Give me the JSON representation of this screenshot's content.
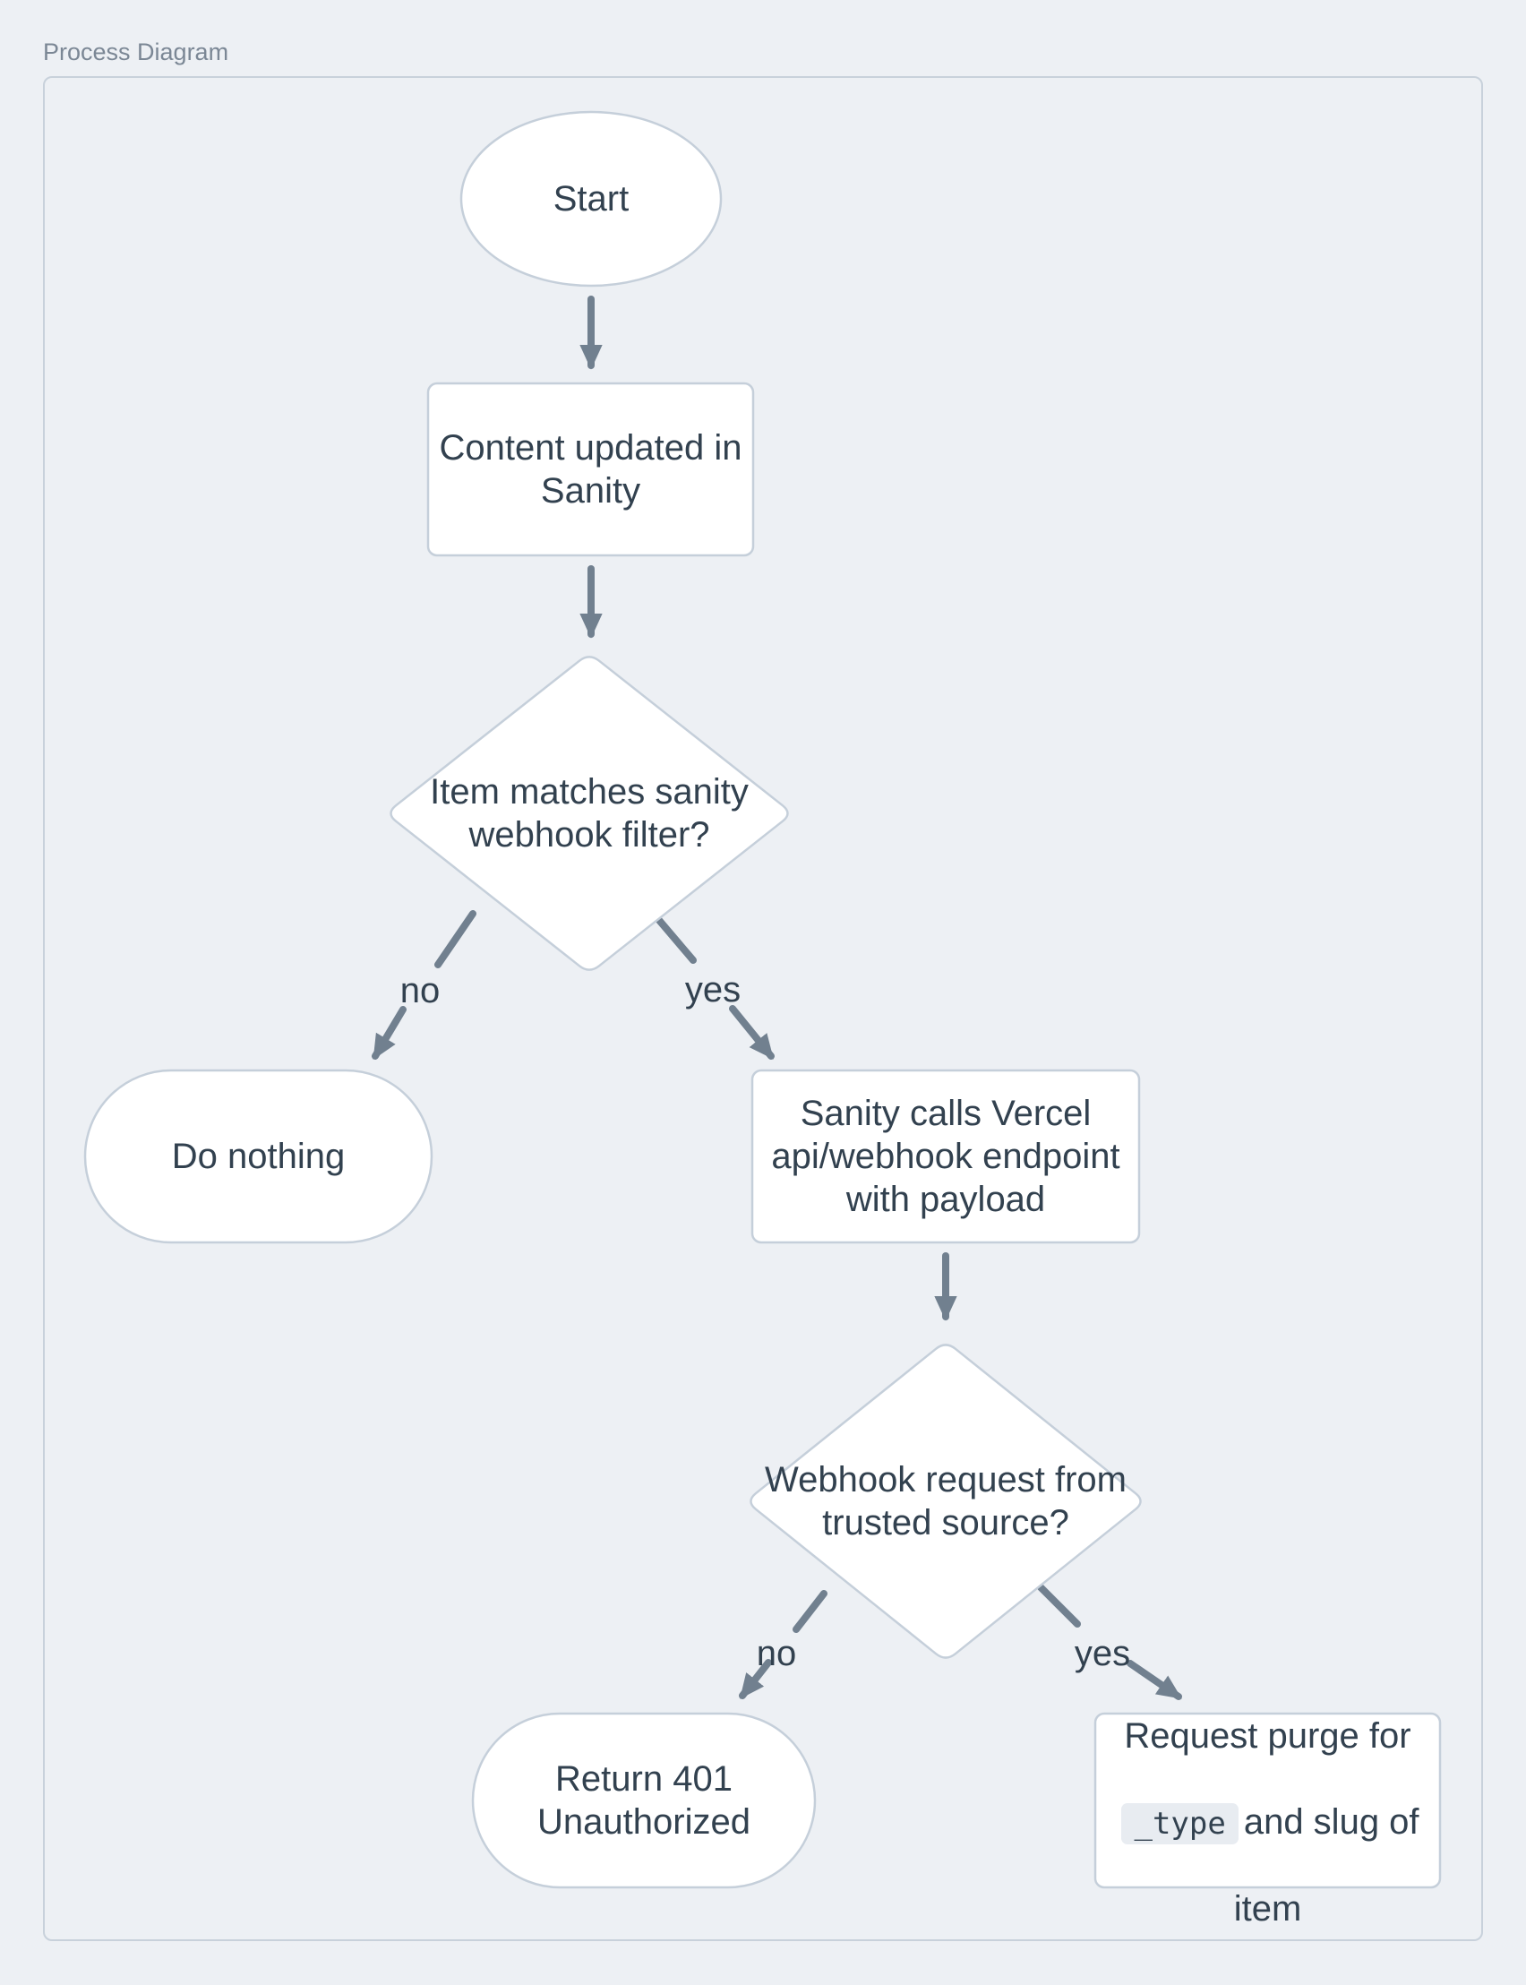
{
  "title": "Process Diagram",
  "colors": {
    "background": "#edf0f4",
    "container_border": "#c8d1db",
    "node_fill": "#ffffff",
    "node_border": "#c5cfda",
    "node_text": "#32414f",
    "arrow": "#71808f",
    "title_text": "#7b8795",
    "code_chip_background": "#e8ecf1"
  },
  "nodes": {
    "start": {
      "shape": "ellipse",
      "label": "Start"
    },
    "content_updated": {
      "shape": "rect",
      "label": "Content updated in\nSanity"
    },
    "filter_match": {
      "shape": "diamond",
      "label": "Item matches sanity\nwebhook filter?"
    },
    "do_nothing": {
      "shape": "stadium",
      "label": "Do nothing"
    },
    "sanity_calls": {
      "shape": "rect",
      "label": "Sanity calls Vercel\napi/webhook endpoint\nwith payload"
    },
    "trusted_source": {
      "shape": "diamond",
      "label": "Webhook request from\ntrusted source?"
    },
    "return_401": {
      "shape": "stadium",
      "label": "Return 401\nUnauthorized"
    },
    "request_purge": {
      "shape": "rect",
      "label_parts": {
        "pre": "Request purge for",
        "code": "_type",
        "mid": "and slug of",
        "post": "item"
      }
    }
  },
  "edge_labels": {
    "filter_no": "no",
    "filter_yes": "yes",
    "trusted_no": "no",
    "trusted_yes": "yes"
  }
}
